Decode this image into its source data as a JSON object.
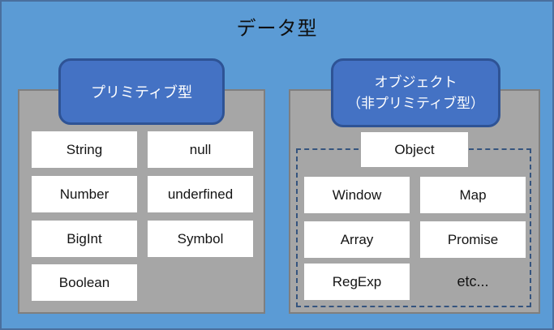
{
  "title": "データ型",
  "colors": {
    "background": "#5B9BD5",
    "frame_border": "#4A6F9E",
    "panel_bg": "#A6A6A6",
    "panel_border": "#7F7F7F",
    "header_bg": "#4472C4",
    "header_border": "#2E5395",
    "dashed_border": "#35547E",
    "box_bg": "#FFFFFF",
    "text": "#141414"
  },
  "primitive_group": {
    "header": "プリミティブ型",
    "items": [
      "String",
      "null",
      "Number",
      "underfined",
      "BigInt",
      "Symbol",
      "Boolean"
    ]
  },
  "object_group": {
    "header_line1": "オブジェクト",
    "header_line2": "（非プリミティブ型）",
    "parent_item": "Object",
    "items": [
      "Window",
      "Map",
      "Array",
      "Promise",
      "RegExp"
    ],
    "more_label": "etc..."
  }
}
